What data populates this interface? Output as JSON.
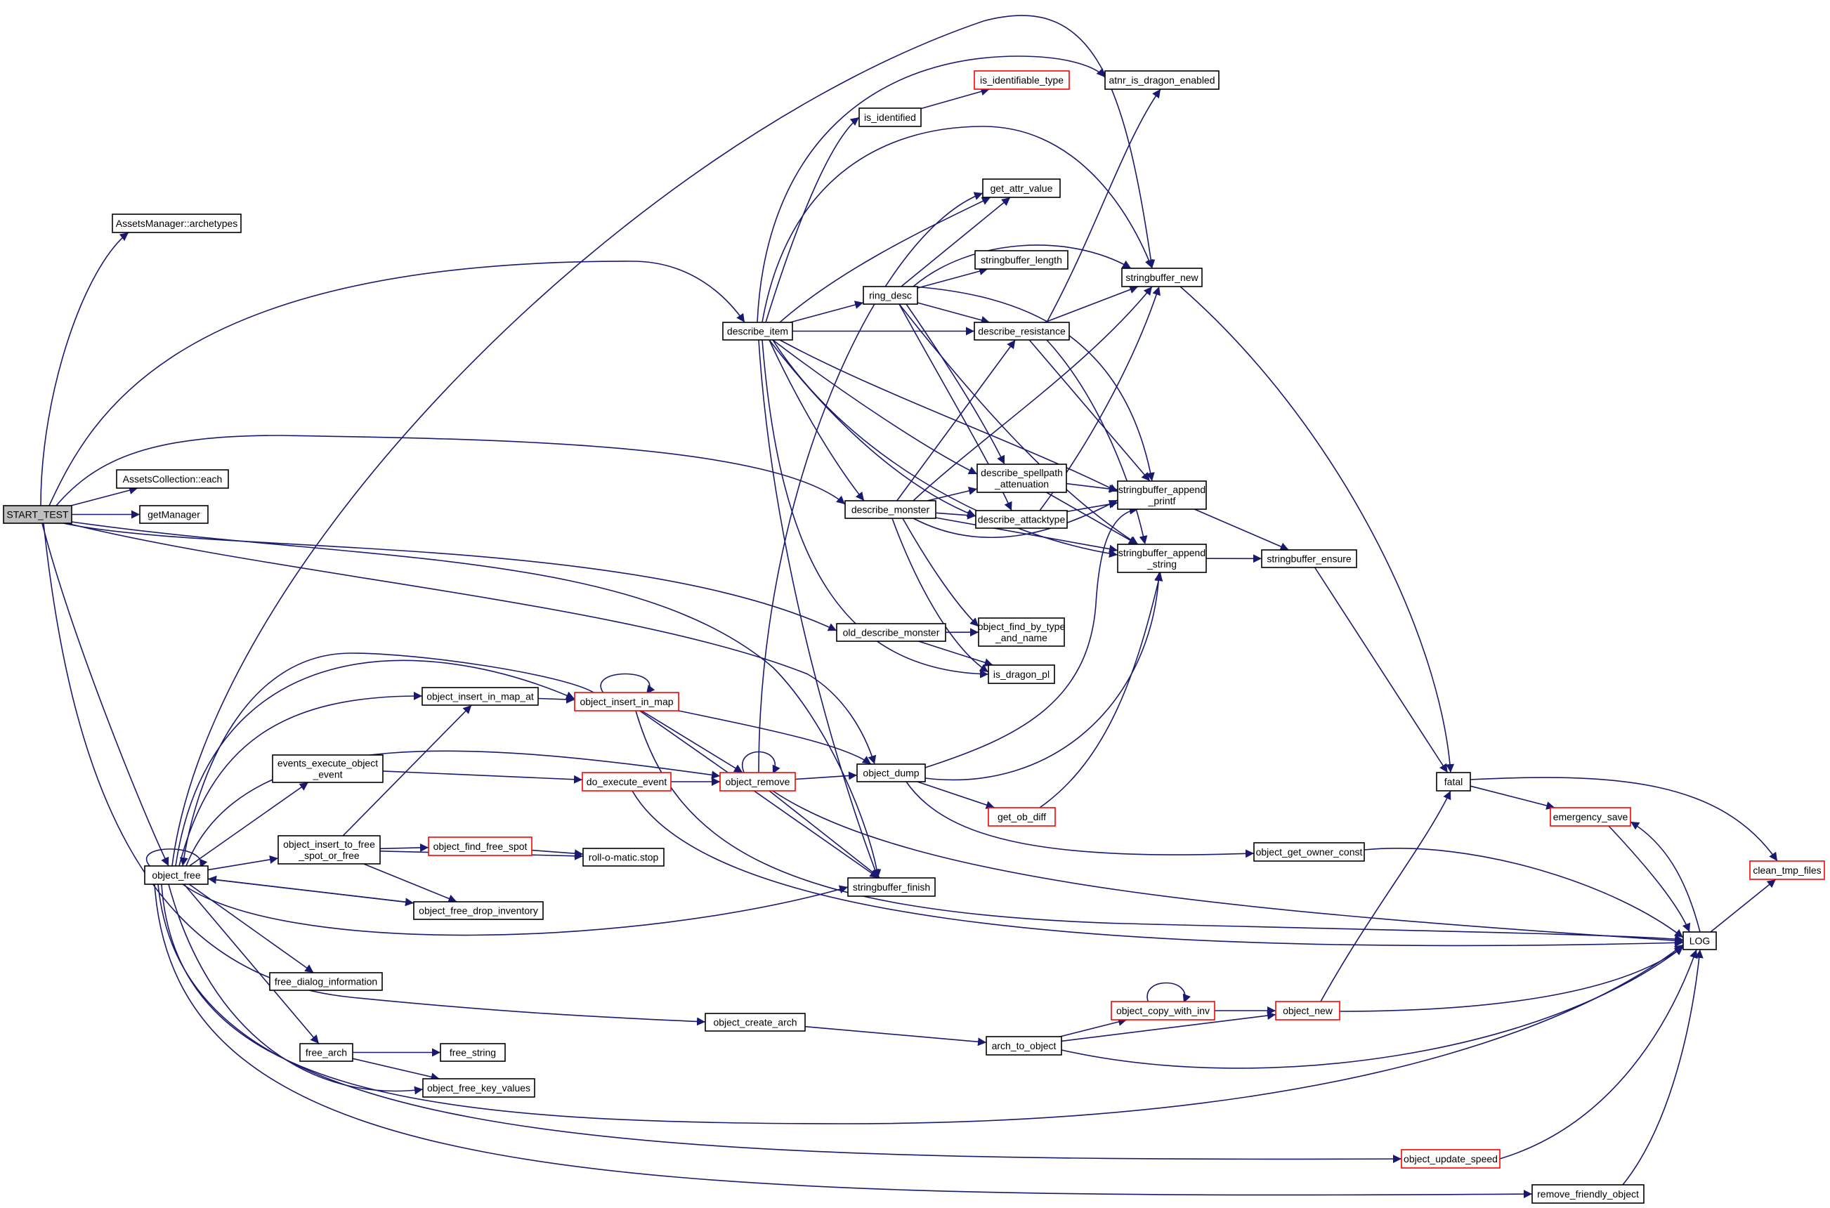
{
  "graph": {
    "edge_color": "#191970",
    "nodes": [
      {
        "id": "start_test",
        "label": "START_TEST",
        "style": "root"
      },
      {
        "id": "assets_manager_archetypes",
        "label": "AssetsManager::archetypes"
      },
      {
        "id": "assets_collection_each",
        "label": "AssetsCollection::each"
      },
      {
        "id": "get_manager",
        "label": "getManager"
      },
      {
        "id": "describe_item",
        "label": "describe_item"
      },
      {
        "id": "describe_monster",
        "label": "describe_monster"
      },
      {
        "id": "old_describe_monster",
        "label": "old_describe_monster"
      },
      {
        "id": "object_free",
        "label": "object_free"
      },
      {
        "id": "object_dump",
        "label": "object_dump"
      },
      {
        "id": "stringbuffer_finish",
        "label": "stringbuffer_finish"
      },
      {
        "id": "object_create_arch",
        "label": "object_create_arch"
      },
      {
        "id": "is_identified",
        "label": "is_identified"
      },
      {
        "id": "is_identifiable_type",
        "label": "is_identifiable_type",
        "style": "red"
      },
      {
        "id": "atnr_is_dragon_enabled",
        "label": "atnr_is_dragon_enabled"
      },
      {
        "id": "get_attr_value",
        "label": "get_attr_value"
      },
      {
        "id": "stringbuffer_length",
        "label": "stringbuffer_length"
      },
      {
        "id": "ring_desc",
        "label": "ring_desc"
      },
      {
        "id": "stringbuffer_new",
        "label": "stringbuffer_new"
      },
      {
        "id": "describe_resistance",
        "label": "describe_resistance"
      },
      {
        "id": "describe_spellpath_attenuation",
        "label": "describe_spellpath\n_attenuation"
      },
      {
        "id": "describe_attacktype",
        "label": "describe_attacktype"
      },
      {
        "id": "stringbuffer_append_printf",
        "label": "stringbuffer_append\n_printf"
      },
      {
        "id": "stringbuffer_append_string",
        "label": "stringbuffer_append\n_string"
      },
      {
        "id": "stringbuffer_ensure",
        "label": "stringbuffer_ensure"
      },
      {
        "id": "object_find_by_type_and_name",
        "label": "object_find_by_type\n_and_name"
      },
      {
        "id": "is_dragon_pl",
        "label": "is_dragon_pl"
      },
      {
        "id": "object_insert_in_map_at",
        "label": "object_insert_in_map_at"
      },
      {
        "id": "object_insert_in_map",
        "label": "object_insert_in_map",
        "style": "red"
      },
      {
        "id": "events_execute_object_event",
        "label": "events_execute_object\n_event"
      },
      {
        "id": "do_execute_event",
        "label": "do_execute_event",
        "style": "red"
      },
      {
        "id": "object_remove",
        "label": "object_remove",
        "style": "red"
      },
      {
        "id": "get_ob_diff",
        "label": "get_ob_diff",
        "style": "red"
      },
      {
        "id": "fatal",
        "label": "fatal"
      },
      {
        "id": "emergency_save",
        "label": "emergency_save",
        "style": "red"
      },
      {
        "id": "clean_tmp_files",
        "label": "clean_tmp_files",
        "style": "red"
      },
      {
        "id": "object_get_owner_const",
        "label": "object_get_owner_const"
      },
      {
        "id": "log",
        "label": "LOG"
      },
      {
        "id": "object_insert_to_free_spot_or_free",
        "label": "object_insert_to_free\n_spot_or_free"
      },
      {
        "id": "object_find_free_spot",
        "label": "object_find_free_spot",
        "style": "red"
      },
      {
        "id": "roll_o_matic_stop",
        "label": "roll-o-matic.stop"
      },
      {
        "id": "object_free_drop_inventory",
        "label": "object_free_drop_inventory"
      },
      {
        "id": "free_dialog_information",
        "label": "free_dialog_information"
      },
      {
        "id": "free_arch",
        "label": "free_arch"
      },
      {
        "id": "free_string",
        "label": "free_string"
      },
      {
        "id": "object_free_key_values",
        "label": "object_free_key_values"
      },
      {
        "id": "arch_to_object",
        "label": "arch_to_object"
      },
      {
        "id": "object_copy_with_inv",
        "label": "object_copy_with_inv",
        "style": "red"
      },
      {
        "id": "object_new",
        "label": "object_new",
        "style": "red"
      },
      {
        "id": "object_update_speed",
        "label": "object_update_speed",
        "style": "red"
      },
      {
        "id": "remove_friendly_object",
        "label": "remove_friendly_object"
      }
    ],
    "edges": [
      {
        "from": "start_test",
        "to": "assets_manager_archetypes"
      },
      {
        "from": "start_test",
        "to": "assets_collection_each"
      },
      {
        "from": "start_test",
        "to": "get_manager"
      },
      {
        "from": "start_test",
        "to": "describe_item"
      },
      {
        "from": "start_test",
        "to": "describe_monster"
      },
      {
        "from": "start_test",
        "to": "old_describe_monster"
      },
      {
        "from": "start_test",
        "to": "object_free"
      },
      {
        "from": "start_test",
        "to": "object_dump"
      },
      {
        "from": "start_test",
        "to": "stringbuffer_finish"
      },
      {
        "from": "start_test",
        "to": "object_create_arch"
      },
      {
        "from": "describe_item",
        "to": "is_identified"
      },
      {
        "from": "describe_item",
        "to": "atnr_is_dragon_enabled"
      },
      {
        "from": "describe_item",
        "to": "get_attr_value"
      },
      {
        "from": "describe_item",
        "to": "ring_desc"
      },
      {
        "from": "describe_item",
        "to": "stringbuffer_new"
      },
      {
        "from": "describe_item",
        "to": "describe_resistance"
      },
      {
        "from": "describe_item",
        "to": "describe_monster"
      },
      {
        "from": "describe_item",
        "to": "describe_spellpath_attenuation"
      },
      {
        "from": "describe_item",
        "to": "describe_attacktype"
      },
      {
        "from": "describe_item",
        "to": "stringbuffer_append_printf"
      },
      {
        "from": "describe_item",
        "to": "stringbuffer_append_string"
      },
      {
        "from": "describe_item",
        "to": "is_dragon_pl"
      },
      {
        "from": "describe_item",
        "to": "stringbuffer_finish"
      },
      {
        "from": "is_identified",
        "to": "is_identifiable_type"
      },
      {
        "from": "ring_desc",
        "to": "get_attr_value"
      },
      {
        "from": "ring_desc",
        "to": "stringbuffer_length"
      },
      {
        "from": "ring_desc",
        "to": "stringbuffer_new"
      },
      {
        "from": "ring_desc",
        "to": "describe_resistance"
      },
      {
        "from": "ring_desc",
        "to": "describe_spellpath_attenuation"
      },
      {
        "from": "ring_desc",
        "to": "describe_attacktype"
      },
      {
        "from": "ring_desc",
        "to": "stringbuffer_append_printf"
      },
      {
        "from": "ring_desc",
        "to": "stringbuffer_append_string"
      },
      {
        "from": "describe_resistance",
        "to": "atnr_is_dragon_enabled"
      },
      {
        "from": "describe_resistance",
        "to": "stringbuffer_new"
      },
      {
        "from": "describe_resistance",
        "to": "stringbuffer_append_printf"
      },
      {
        "from": "describe_resistance",
        "to": "stringbuffer_append_string"
      },
      {
        "from": "describe_spellpath_attenuation",
        "to": "stringbuffer_append_printf"
      },
      {
        "from": "describe_spellpath_attenuation",
        "to": "stringbuffer_append_string"
      },
      {
        "from": "describe_attacktype",
        "to": "stringbuffer_new"
      },
      {
        "from": "describe_attacktype",
        "to": "stringbuffer_append_printf"
      },
      {
        "from": "describe_monster",
        "to": "describe_resistance"
      },
      {
        "from": "describe_monster",
        "to": "stringbuffer_new"
      },
      {
        "from": "describe_monster",
        "to": "describe_spellpath_attenuation"
      },
      {
        "from": "describe_monster",
        "to": "describe_attacktype"
      },
      {
        "from": "describe_monster",
        "to": "stringbuffer_append_printf"
      },
      {
        "from": "describe_monster",
        "to": "stringbuffer_append_string"
      },
      {
        "from": "describe_monster",
        "to": "object_find_by_type_and_name"
      },
      {
        "from": "describe_monster",
        "to": "is_dragon_pl"
      },
      {
        "from": "old_describe_monster",
        "to": "object_find_by_type_and_name"
      },
      {
        "from": "old_describe_monster",
        "to": "is_dragon_pl"
      },
      {
        "from": "stringbuffer_new",
        "to": "fatal"
      },
      {
        "from": "stringbuffer_append_printf",
        "to": "stringbuffer_ensure"
      },
      {
        "from": "stringbuffer_append_string",
        "to": "stringbuffer_ensure"
      },
      {
        "from": "stringbuffer_ensure",
        "to": "fatal"
      },
      {
        "from": "fatal",
        "to": "emergency_save"
      },
      {
        "from": "fatal",
        "to": "clean_tmp_files"
      },
      {
        "from": "emergency_save",
        "to": "log"
      },
      {
        "from": "log",
        "to": "emergency_save"
      },
      {
        "from": "log",
        "to": "clean_tmp_files"
      },
      {
        "from": "object_dump",
        "to": "stringbuffer_append_printf"
      },
      {
        "from": "object_dump",
        "to": "stringbuffer_append_string"
      },
      {
        "from": "object_dump",
        "to": "get_ob_diff"
      },
      {
        "from": "object_dump",
        "to": "object_get_owner_const"
      },
      {
        "from": "get_ob_diff",
        "to": "stringbuffer_append_string"
      },
      {
        "from": "object_get_owner_const",
        "to": "log"
      },
      {
        "from": "object_free",
        "to": "object_free"
      },
      {
        "from": "object_free",
        "to": "stringbuffer_new"
      },
      {
        "from": "object_free",
        "to": "object_insert_in_map_at"
      },
      {
        "from": "object_free",
        "to": "object_insert_in_map"
      },
      {
        "from": "object_free",
        "to": "events_execute_object_event"
      },
      {
        "from": "object_free",
        "to": "object_remove"
      },
      {
        "from": "object_free",
        "to": "object_insert_to_free_spot_or_free"
      },
      {
        "from": "object_free",
        "to": "object_free_drop_inventory"
      },
      {
        "from": "object_free",
        "to": "stringbuffer_finish"
      },
      {
        "from": "object_free",
        "to": "free_dialog_information"
      },
      {
        "from": "object_free",
        "to": "free_arch"
      },
      {
        "from": "object_free",
        "to": "object_free_key_values"
      },
      {
        "from": "object_free",
        "to": "log"
      },
      {
        "from": "object_free",
        "to": "object_update_speed"
      },
      {
        "from": "object_free",
        "to": "remove_friendly_object"
      },
      {
        "from": "object_insert_in_map_at",
        "to": "object_insert_in_map"
      },
      {
        "from": "object_insert_in_map",
        "to": "object_insert_in_map"
      },
      {
        "from": "object_insert_in_map",
        "to": "object_free"
      },
      {
        "from": "object_insert_in_map",
        "to": "object_remove"
      },
      {
        "from": "object_insert_in_map",
        "to": "object_dump"
      },
      {
        "from": "object_insert_in_map",
        "to": "stringbuffer_finish"
      },
      {
        "from": "object_insert_in_map",
        "to": "log"
      },
      {
        "from": "events_execute_object_event",
        "to": "do_execute_event"
      },
      {
        "from": "do_execute_event",
        "to": "object_remove"
      },
      {
        "from": "do_execute_event",
        "to": "log"
      },
      {
        "from": "object_remove",
        "to": "object_remove"
      },
      {
        "from": "object_remove",
        "to": "get_attr_value"
      },
      {
        "from": "object_remove",
        "to": "object_dump"
      },
      {
        "from": "object_remove",
        "to": "stringbuffer_finish"
      },
      {
        "from": "object_remove",
        "to": "log"
      },
      {
        "from": "object_insert_to_free_spot_or_free",
        "to": "object_insert_in_map_at"
      },
      {
        "from": "object_insert_to_free_spot_or_free",
        "to": "object_find_free_spot"
      },
      {
        "from": "object_insert_to_free_spot_or_free",
        "to": "roll_o_matic_stop"
      },
      {
        "from": "object_insert_to_free_spot_or_free",
        "to": "object_free_drop_inventory"
      },
      {
        "from": "object_find_free_spot",
        "to": "roll_o_matic_stop"
      },
      {
        "from": "object_free_drop_inventory",
        "to": "object_free"
      },
      {
        "from": "free_arch",
        "to": "free_string"
      },
      {
        "from": "free_arch",
        "to": "object_free_key_values"
      },
      {
        "from": "object_create_arch",
        "to": "arch_to_object"
      },
      {
        "from": "arch_to_object",
        "to": "object_copy_with_inv"
      },
      {
        "from": "arch_to_object",
        "to": "object_new"
      },
      {
        "from": "arch_to_object",
        "to": "log"
      },
      {
        "from": "object_copy_with_inv",
        "to": "object_copy_with_inv"
      },
      {
        "from": "object_copy_with_inv",
        "to": "object_new"
      },
      {
        "from": "object_new",
        "to": "fatal"
      },
      {
        "from": "object_new",
        "to": "log"
      },
      {
        "from": "object_update_speed",
        "to": "log"
      },
      {
        "from": "remove_friendly_object",
        "to": "log"
      }
    ]
  }
}
